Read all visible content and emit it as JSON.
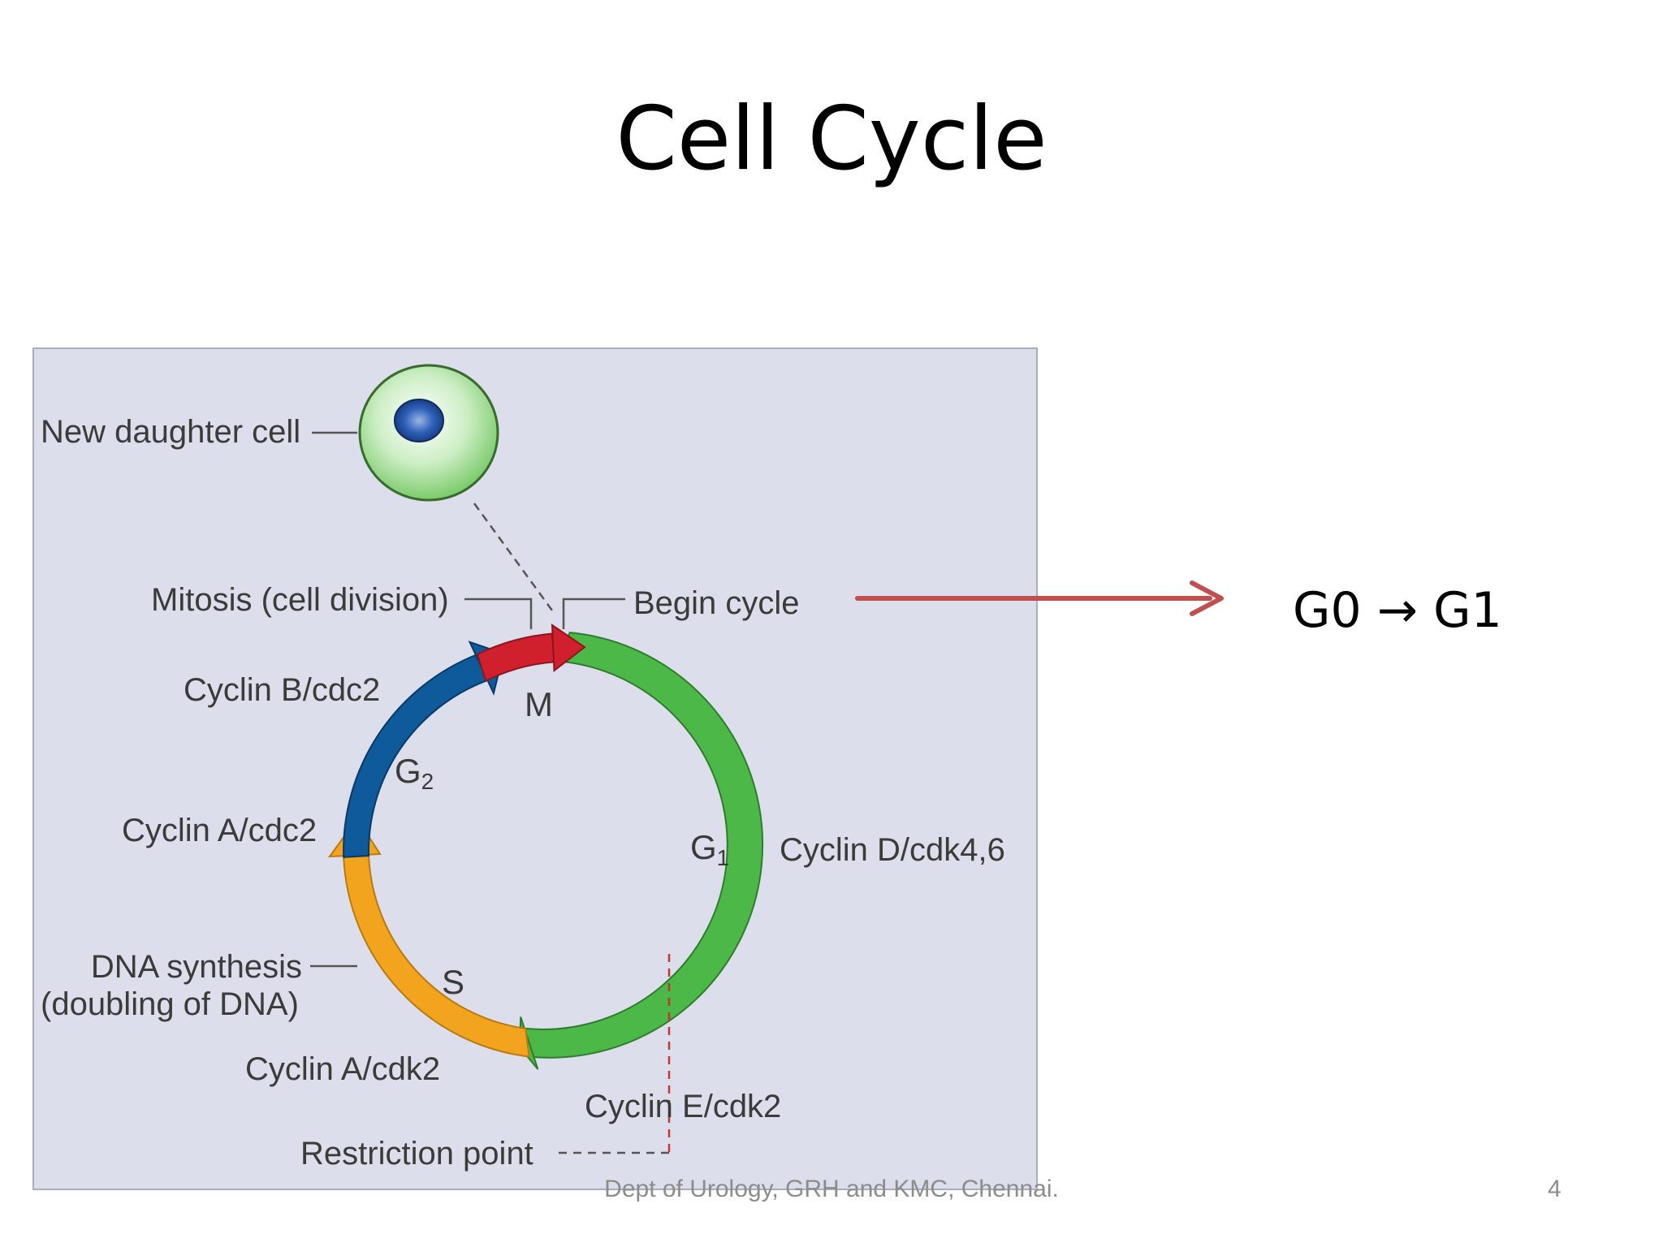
{
  "title": "Cell Cycle",
  "diagram": {
    "labels": {
      "new_daughter_cell": "New daughter cell",
      "mitosis": "Mitosis (cell division)",
      "begin_cycle": "Begin cycle",
      "cyclin_b": "Cyclin B/cdc2",
      "cyclin_a_cdc2": "Cyclin A/cdc2",
      "dna_synthesis_line1": "DNA synthesis",
      "dna_synthesis_line2": "(doubling of DNA)",
      "cyclin_a_cdk2": "Cyclin A/cdk2",
      "cyclin_e": "Cyclin E/cdk2",
      "restriction_point": "Restriction point",
      "cyclin_d": "Cyclin D/cdk4,6"
    },
    "phases": {
      "m": "M",
      "g2_letter": "G",
      "g2_sub": "2",
      "g1_letter": "G",
      "g1_sub": "1",
      "s": "S"
    },
    "colors": {
      "panel": "#dcdeec",
      "g1": "#4cb848",
      "s": "#f3a41f",
      "g2": "#0f5a9a",
      "m": "#d0202d",
      "arrow": "#c0504d"
    }
  },
  "annotation": "G0 → G1",
  "footer": "Dept of Urology, GRH and KMC, Chennai.",
  "page_number": "4"
}
